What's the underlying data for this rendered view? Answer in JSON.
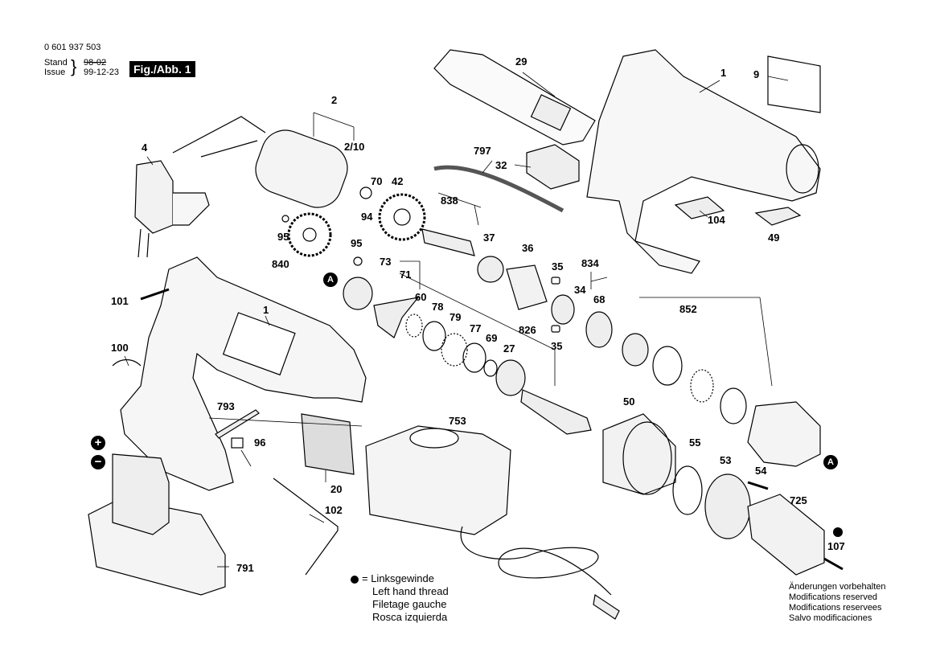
{
  "header": {
    "part_number": "0 601 937 503",
    "stand_label": "Stand",
    "issue_label": "Issue",
    "stand_date": "98-02",
    "issue_date": "99-12-23",
    "figure_label": "Fig./Abb. 1"
  },
  "callouts": [
    {
      "id": "29",
      "text": "29"
    },
    {
      "id": "1a",
      "text": "1"
    },
    {
      "id": "9",
      "text": "9"
    },
    {
      "id": "2",
      "text": "2"
    },
    {
      "id": "2_10",
      "text": "2/10"
    },
    {
      "id": "4",
      "text": "4"
    },
    {
      "id": "797",
      "text": "797"
    },
    {
      "id": "32",
      "text": "32"
    },
    {
      "id": "70",
      "text": "70"
    },
    {
      "id": "42",
      "text": "42"
    },
    {
      "id": "94",
      "text": "94"
    },
    {
      "id": "838",
      "text": "838"
    },
    {
      "id": "104",
      "text": "104"
    },
    {
      "id": "49",
      "text": "49"
    },
    {
      "id": "95a",
      "text": "95"
    },
    {
      "id": "37",
      "text": "37"
    },
    {
      "id": "95b",
      "text": "95"
    },
    {
      "id": "36",
      "text": "36"
    },
    {
      "id": "840",
      "text": "840"
    },
    {
      "id": "73",
      "text": "73"
    },
    {
      "id": "35a",
      "text": "35"
    },
    {
      "id": "834",
      "text": "834"
    },
    {
      "id": "71",
      "text": "71"
    },
    {
      "id": "34",
      "text": "34"
    },
    {
      "id": "101",
      "text": "101"
    },
    {
      "id": "1b",
      "text": "1"
    },
    {
      "id": "60",
      "text": "60"
    },
    {
      "id": "68",
      "text": "68"
    },
    {
      "id": "852",
      "text": "852"
    },
    {
      "id": "78",
      "text": "78"
    },
    {
      "id": "79",
      "text": "79"
    },
    {
      "id": "77",
      "text": "77"
    },
    {
      "id": "826",
      "text": "826"
    },
    {
      "id": "69",
      "text": "69"
    },
    {
      "id": "35b",
      "text": "35"
    },
    {
      "id": "27",
      "text": "27"
    },
    {
      "id": "100",
      "text": "100"
    },
    {
      "id": "793",
      "text": "793"
    },
    {
      "id": "50",
      "text": "50"
    },
    {
      "id": "753",
      "text": "753"
    },
    {
      "id": "96",
      "text": "96"
    },
    {
      "id": "55",
      "text": "55"
    },
    {
      "id": "53",
      "text": "53"
    },
    {
      "id": "54",
      "text": "54"
    },
    {
      "id": "20",
      "text": "20"
    },
    {
      "id": "102",
      "text": "102"
    },
    {
      "id": "725",
      "text": "725"
    },
    {
      "id": "107",
      "text": "107"
    },
    {
      "id": "791",
      "text": "791"
    }
  ],
  "markers": {
    "a_left": "A",
    "a_right": "A",
    "plus": "+",
    "minus": "−"
  },
  "legend": {
    "line1": "= Linksgewinde",
    "line2": "Left hand thread",
    "line3": "Filetage gauche",
    "line4": "Rosca izquierda"
  },
  "notice": {
    "line1": "Änderungen vorbehalten",
    "line2": "Modifications reserved",
    "line3": "Modifications reservees",
    "line4": "Salvo modificaciones"
  }
}
